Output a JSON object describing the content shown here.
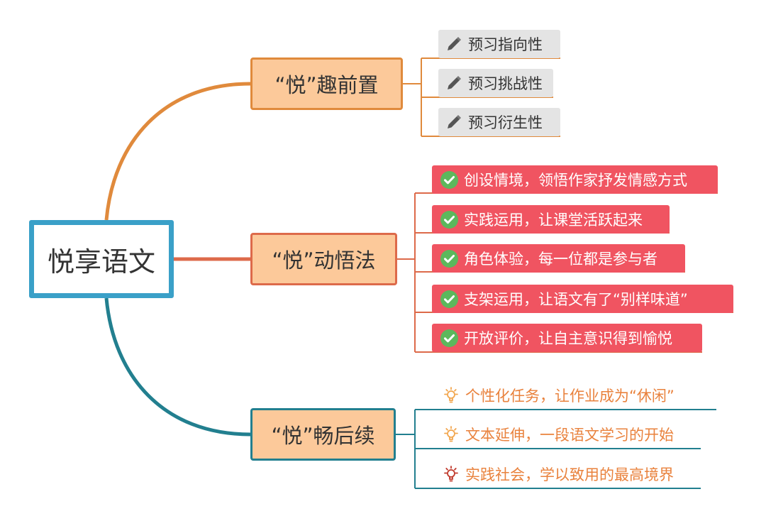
{
  "root": {
    "label": "悦享语文"
  },
  "branches": [
    {
      "label": "“悦”趣前置",
      "color": "#e08a3c",
      "leaves": [
        {
          "label": "预习指向性",
          "icon": "pencil-icon"
        },
        {
          "label": "预习挑战性",
          "icon": "pencil-icon"
        },
        {
          "label": "预习衍生性",
          "icon": "pencil-icon"
        }
      ]
    },
    {
      "label": "“悦”动悟法",
      "color": "#dd6a4a",
      "leaves": [
        {
          "label": "创设情境，领悟作家抒发情感方式",
          "icon": "check-circle-icon"
        },
        {
          "label": "实践运用，让课堂活跃起来",
          "icon": "check-circle-icon"
        },
        {
          "label": "角色体验，每一位都是参与者",
          "icon": "check-circle-icon"
        },
        {
          "label": "支架运用，让语文有了“别样味道”",
          "icon": "check-circle-icon"
        },
        {
          "label": "开放评价，让自主意识得到愉悦",
          "icon": "check-circle-icon"
        }
      ]
    },
    {
      "label": "“悦”畅后续",
      "color": "#227f8f",
      "leaves": [
        {
          "label": "个性化任务，让作业成为“休闲”",
          "icon": "lightbulb-icon"
        },
        {
          "label": "文本延伸，一段语文学习的开始",
          "icon": "lightbulb-icon"
        },
        {
          "label": "实践社会，学以致用的最高境界",
          "icon": "lightbulb-icon"
        }
      ]
    }
  ]
}
